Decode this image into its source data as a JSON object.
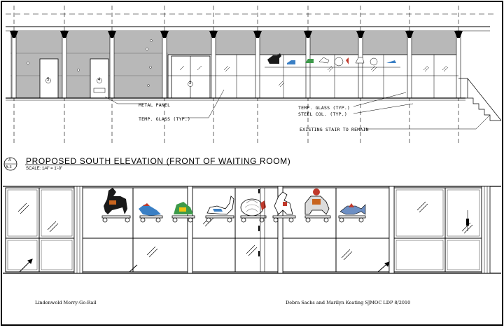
{
  "callouts": {
    "metal_panel": "METAL PANEL",
    "temp_glass": "TEMP. GLASS (TYP.)",
    "temp_glass_right": "TEMP. GLASS (TYP.)",
    "steel_col": "STEEL COL. (TYP.)",
    "existing_stair": "EXISTING STAIR TO REMAIN"
  },
  "door_numbers": [
    "5",
    "4",
    "3"
  ],
  "section_tag": {
    "top": "A",
    "bottom": "A-3"
  },
  "title": "PROPOSED SOUTH ELEVATION (FRONT OF WAITING ROOM)",
  "scale": "SCALE: 1/4\" = 1'-0\"",
  "footer": {
    "left": "Lindenwold Merry-Go-Rail",
    "right": "Debra Sachs and Marilyn Keating SJMOC LDP 8/2010"
  },
  "colors": {
    "panel": "#b8b8b8",
    "line": "#000000",
    "horse": "#1a1a1a",
    "bird": "#3a7fc4",
    "frog": "#3d9a4a",
    "hen_red": "#c0392b"
  }
}
